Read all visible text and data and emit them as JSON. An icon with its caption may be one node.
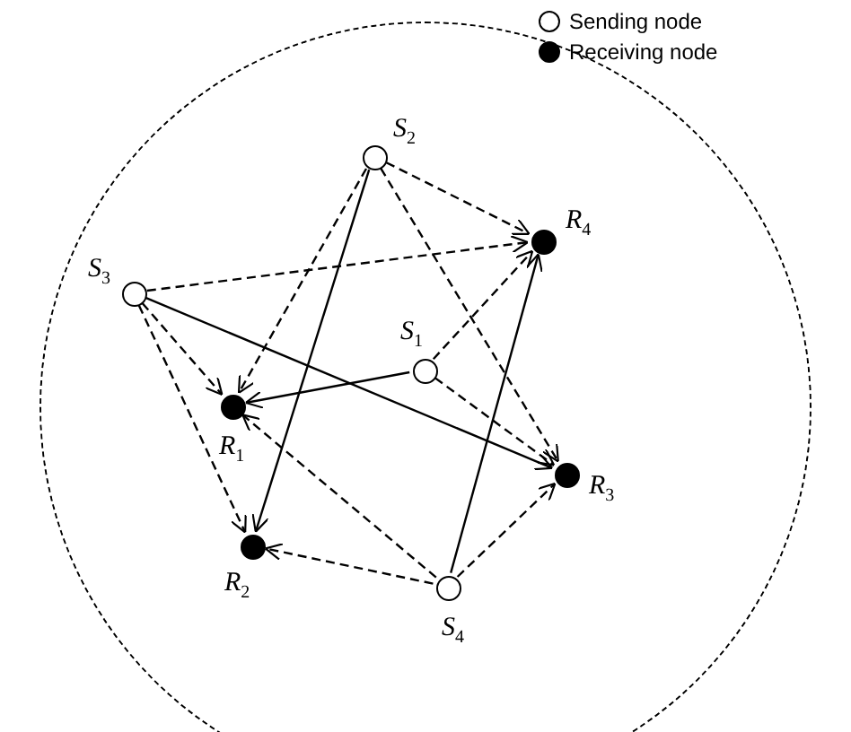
{
  "diagram": {
    "nodes": [
      {
        "text": [],
        "shape": "circle"
      },
      {
        "text": [],
        "shape": "circle",
        "beside": [
          "S$_{2}$"
        ],
        "in": 0
      },
      {
        "text": [],
        "shape": "circle",
        "beside": [
          "R$_{4}$"
        ],
        "in": 0
      },
      {
        "text": [],
        "shape": "circle",
        "beside": [
          "S$_{3}$"
        ],
        "in": 0
      },
      {
        "text": [],
        "shape": "circle",
        "beside": [
          "S$_{1}$"
        ],
        "in": 0
      },
      {
        "text": [],
        "shape": "circle",
        "beside": [
          "R$_{1}$"
        ],
        "in": 0
      },
      {
        "text": [],
        "shape": "circle",
        "beside": [
          "R$_{3}$"
        ],
        "in": 0
      },
      {
        "text": [],
        "shape": "circle",
        "beside": [
          "R$_{2}$"
        ],
        "in": 0
      },
      {
        "text": [],
        "shape": "circle",
        "beside": [
          "S$_{4}$"
        ],
        "in": 0
      }
    ],
    "edges": [
      {
        "from": 1,
        "to": 7,
        "arrow": "to"
      },
      {
        "from": 1,
        "to": 5,
        "arrow": "to",
        "style": "dashed"
      },
      {
        "from": 1,
        "to": 2,
        "arrow": "to",
        "style": "dashed"
      },
      {
        "from": 1,
        "to": 6,
        "arrow": "to",
        "style": "dashed"
      },
      {
        "from": 3,
        "to": 2,
        "arrow": "to",
        "style": "dashed"
      },
      {
        "from": 3,
        "to": 6,
        "arrow": "to"
      },
      {
        "from": 3,
        "to": 5,
        "arrow": "to",
        "style": "dashed"
      },
      {
        "from": 3,
        "to": 7,
        "arrow": "to",
        "style": "dashed"
      },
      {
        "from": 4,
        "to": 5,
        "arrow": "to"
      },
      {
        "from": 4,
        "to": 2,
        "arrow": "to",
        "style": "dashed"
      },
      {
        "from": 4,
        "to": 6,
        "arrow": "to",
        "style": "dashed"
      },
      {
        "from": 8,
        "to": 2,
        "arrow": "to"
      },
      {
        "from": 8,
        "to": 6,
        "arrow": "to",
        "style": "dashed"
      },
      {
        "from": 8,
        "to": 7,
        "arrow": "to",
        "style": "dashed"
      },
      {
        "from": 8,
        "to": 5,
        "arrow": "to",
        "style": "dashed"
      }
    ],
    "legend": [
      {
        "text": "Sending node",
        "color": "#ffffff"
      },
      {
        "text": "Receiving node",
        "color": "#000000"
      }
    ]
  }
}
